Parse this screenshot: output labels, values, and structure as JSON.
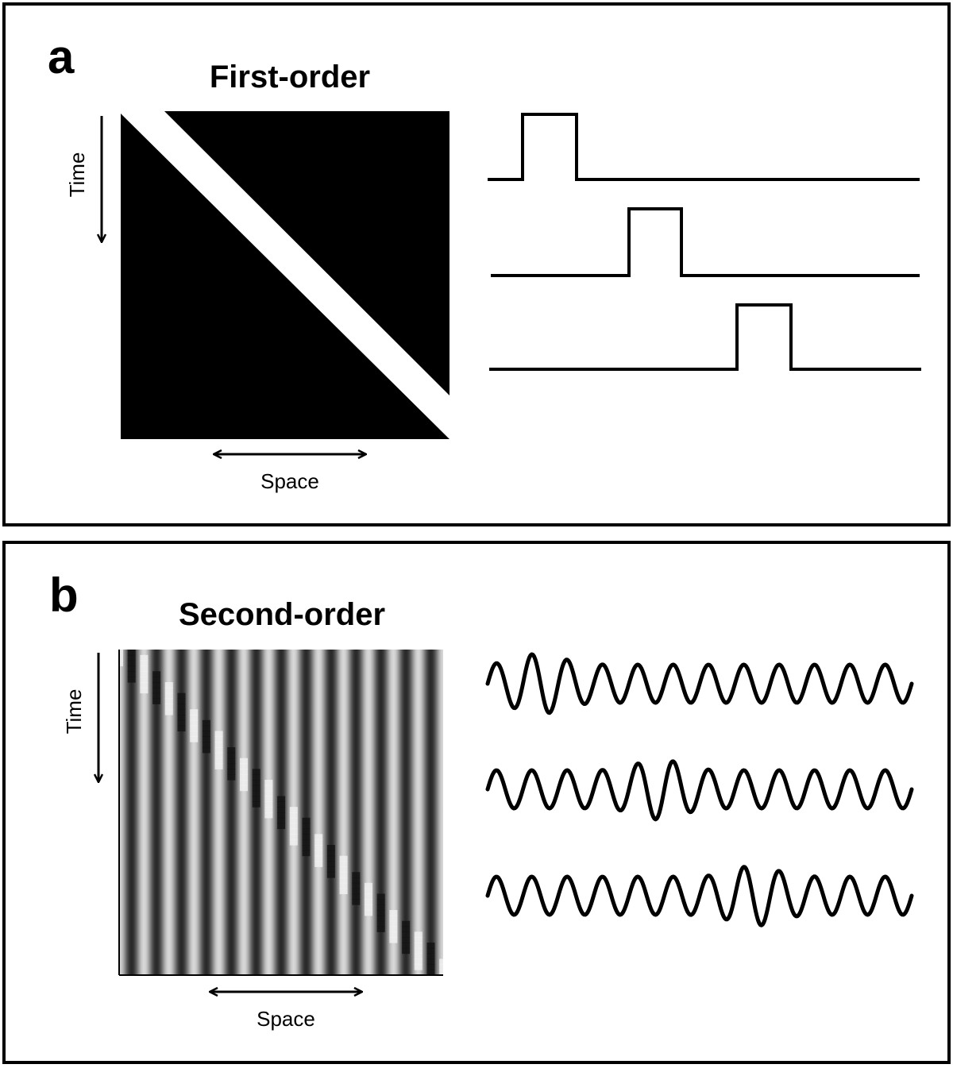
{
  "panels": [
    {
      "letter": "a",
      "title": "First-order",
      "time_label": "Time",
      "space_label": "Space"
    },
    {
      "letter": "b",
      "title": "Second-order",
      "time_label": "Time",
      "space_label": "Space"
    }
  ],
  "colors": {
    "ink": "#000000",
    "paper": "#ffffff"
  }
}
